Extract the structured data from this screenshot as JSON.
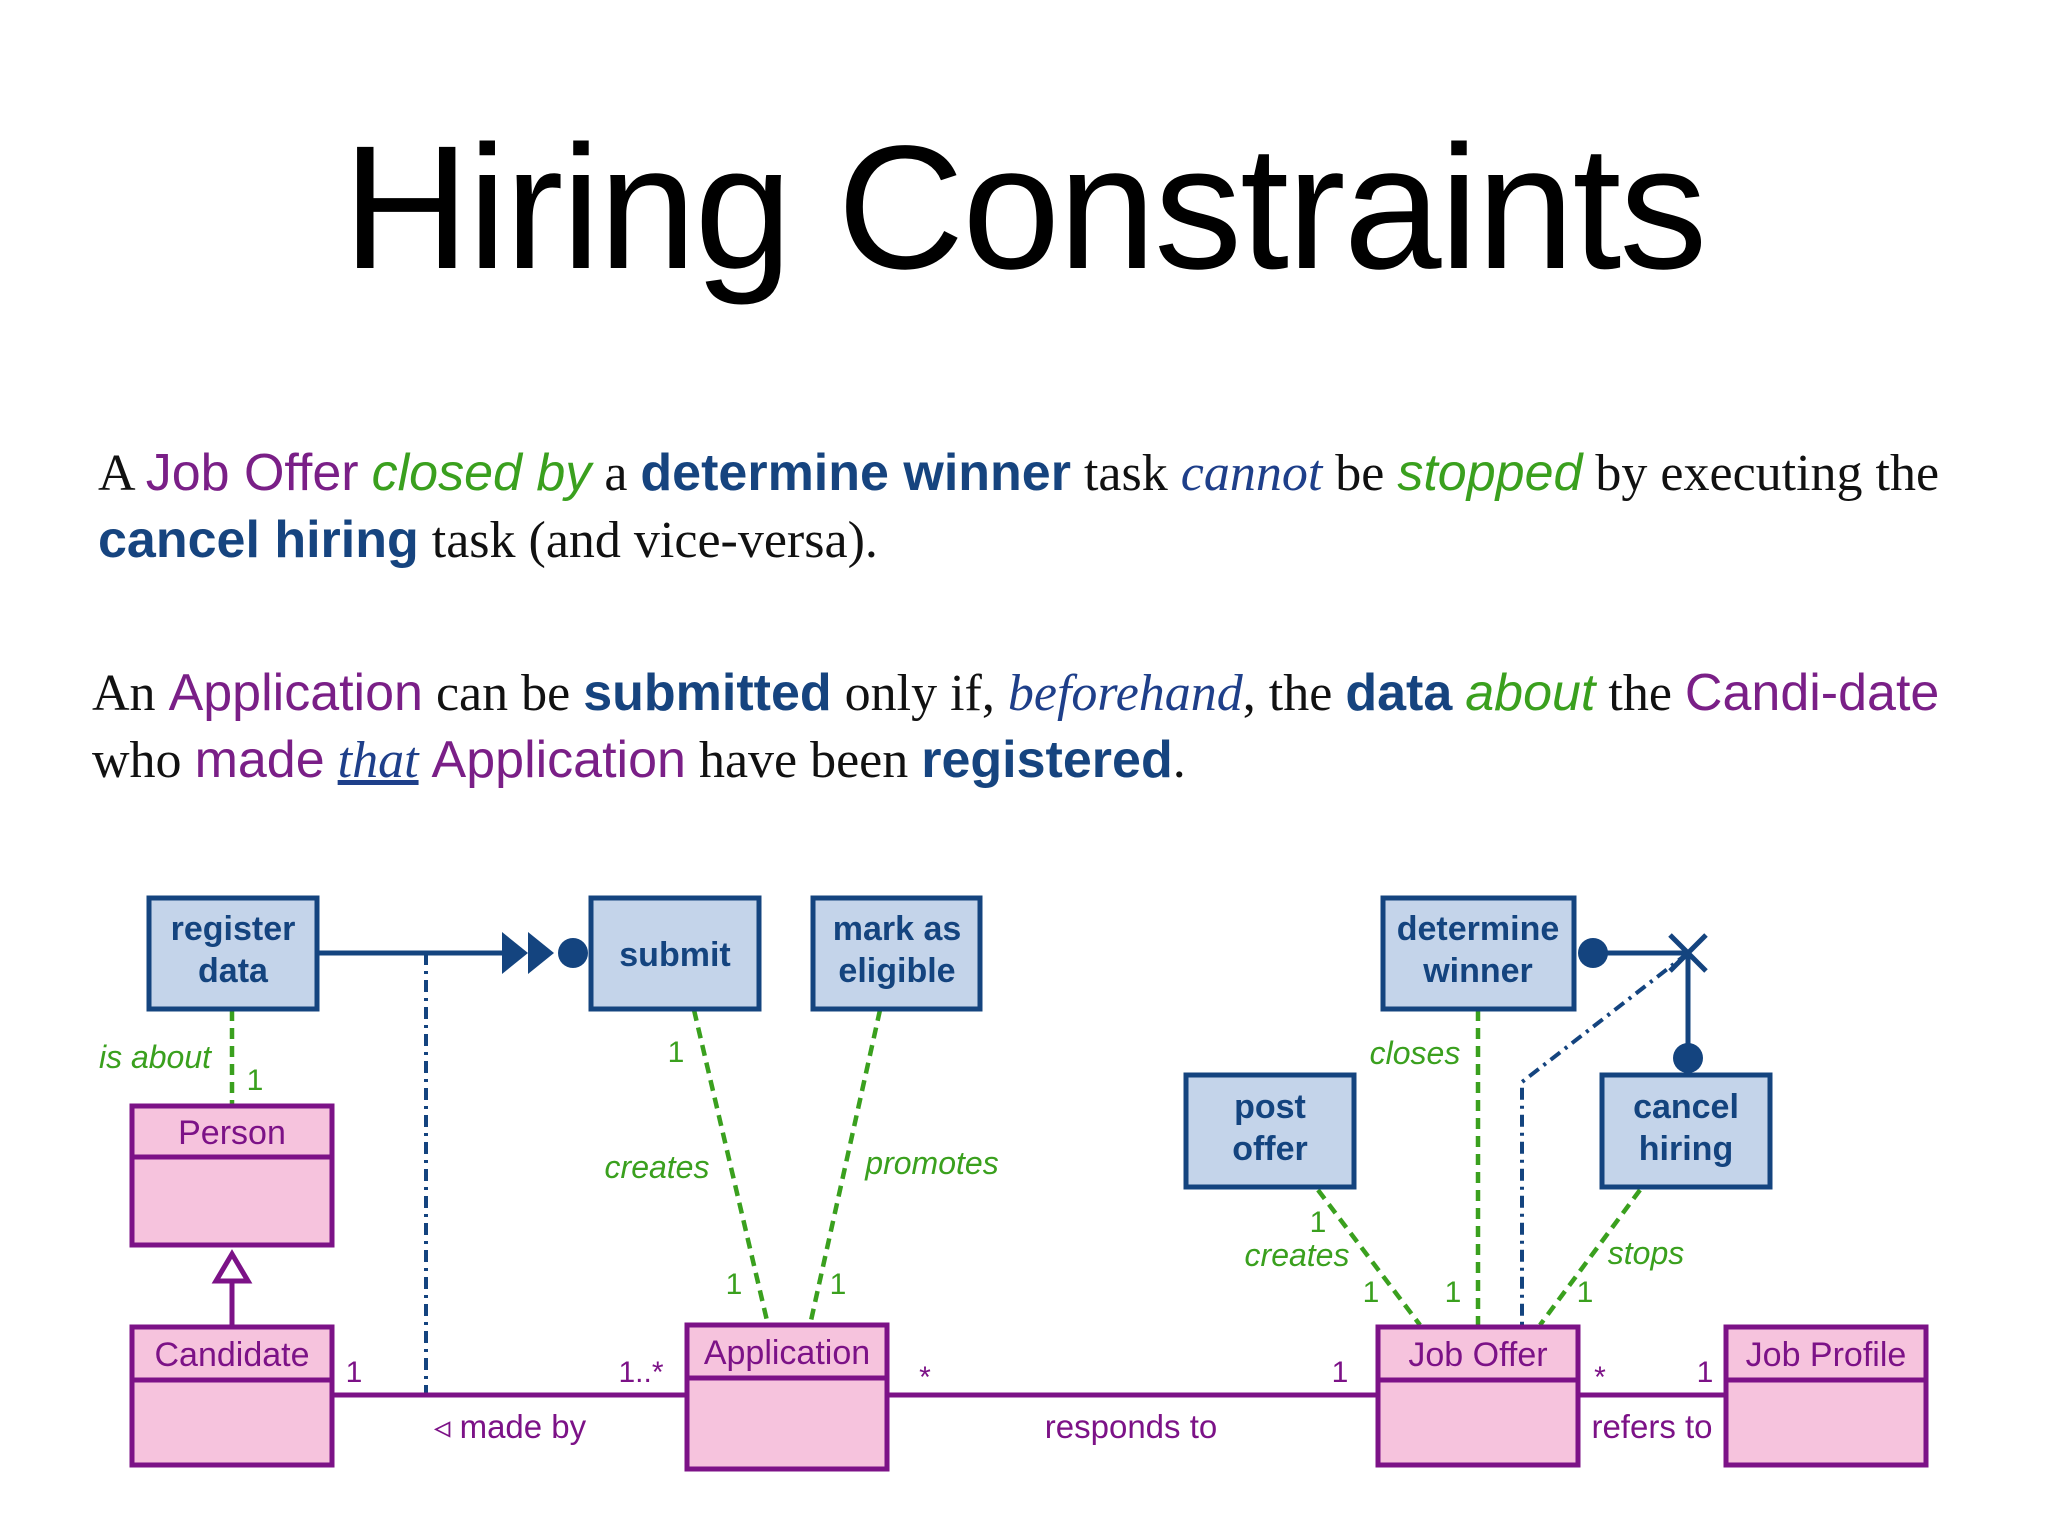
{
  "title": "Hiring Constraints",
  "paragraph1": {
    "t1": "A",
    "job_offer": "Job Offer",
    "closed_by": "closed by",
    "t2": "a",
    "determine_winner": "determine winner",
    "t3": "task",
    "cannot": "cannot",
    "t4": "be",
    "stopped": "stopped",
    "t5": "by executing the",
    "cancel_hiring": "cancel hiring",
    "t6": "task (and vice-versa)."
  },
  "paragraph2": {
    "t1": "An",
    "application": "Application",
    "t2": "can be",
    "submitted": "submitted",
    "t3": "only if,",
    "beforehand": "beforehand",
    "t4": ", the",
    "data": "data",
    "about": "about",
    "t5": "the",
    "candidate": "Candi-date",
    "t6": "who",
    "made": "made",
    "that": "that",
    "application2": "Application",
    "t7": "have been",
    "registered": "registered",
    "t8": "."
  },
  "diagram": {
    "tasks": {
      "register_data": [
        "register",
        "data"
      ],
      "submit": [
        "submit"
      ],
      "mark_as_eligible": [
        "mark as",
        "eligible"
      ],
      "determine_winner": [
        "determine",
        "winner"
      ],
      "post_offer": [
        "post",
        "offer"
      ],
      "cancel_hiring": [
        "cancel",
        "hiring"
      ]
    },
    "entities": {
      "person": "Person",
      "candidate": "Candidate",
      "application": "Application",
      "job_offer": "Job Offer",
      "job_profile": "Job Profile"
    },
    "task_links": {
      "is_about": "is about",
      "is_about_mult": "1",
      "creates_app": "creates",
      "creates_app_task_mult": "1",
      "creates_app_mult": "1",
      "promotes": "promotes",
      "promotes_mult": "1",
      "closes": "closes",
      "closes_mult": "1",
      "creates_offer": "creates",
      "creates_offer_task_mult": "1",
      "creates_offer_mult": "1",
      "stops": "stops",
      "stops_mult": "1"
    },
    "associations": {
      "made_by": "◃ made by",
      "made_by_cand_mult": "1",
      "made_by_app_mult": "1..*",
      "responds_to": "responds to",
      "responds_app_mult": "*",
      "responds_offer_mult": "1",
      "refers_to": "refers to",
      "refers_offer_mult": "*",
      "refers_profile_mult": "1"
    }
  },
  "colors": {
    "entity": "#7c1287",
    "entity_fill": "#f6c3dd",
    "task": "#14447f",
    "task_fill": "#c4d4ea",
    "relation": "#3aa01e"
  }
}
